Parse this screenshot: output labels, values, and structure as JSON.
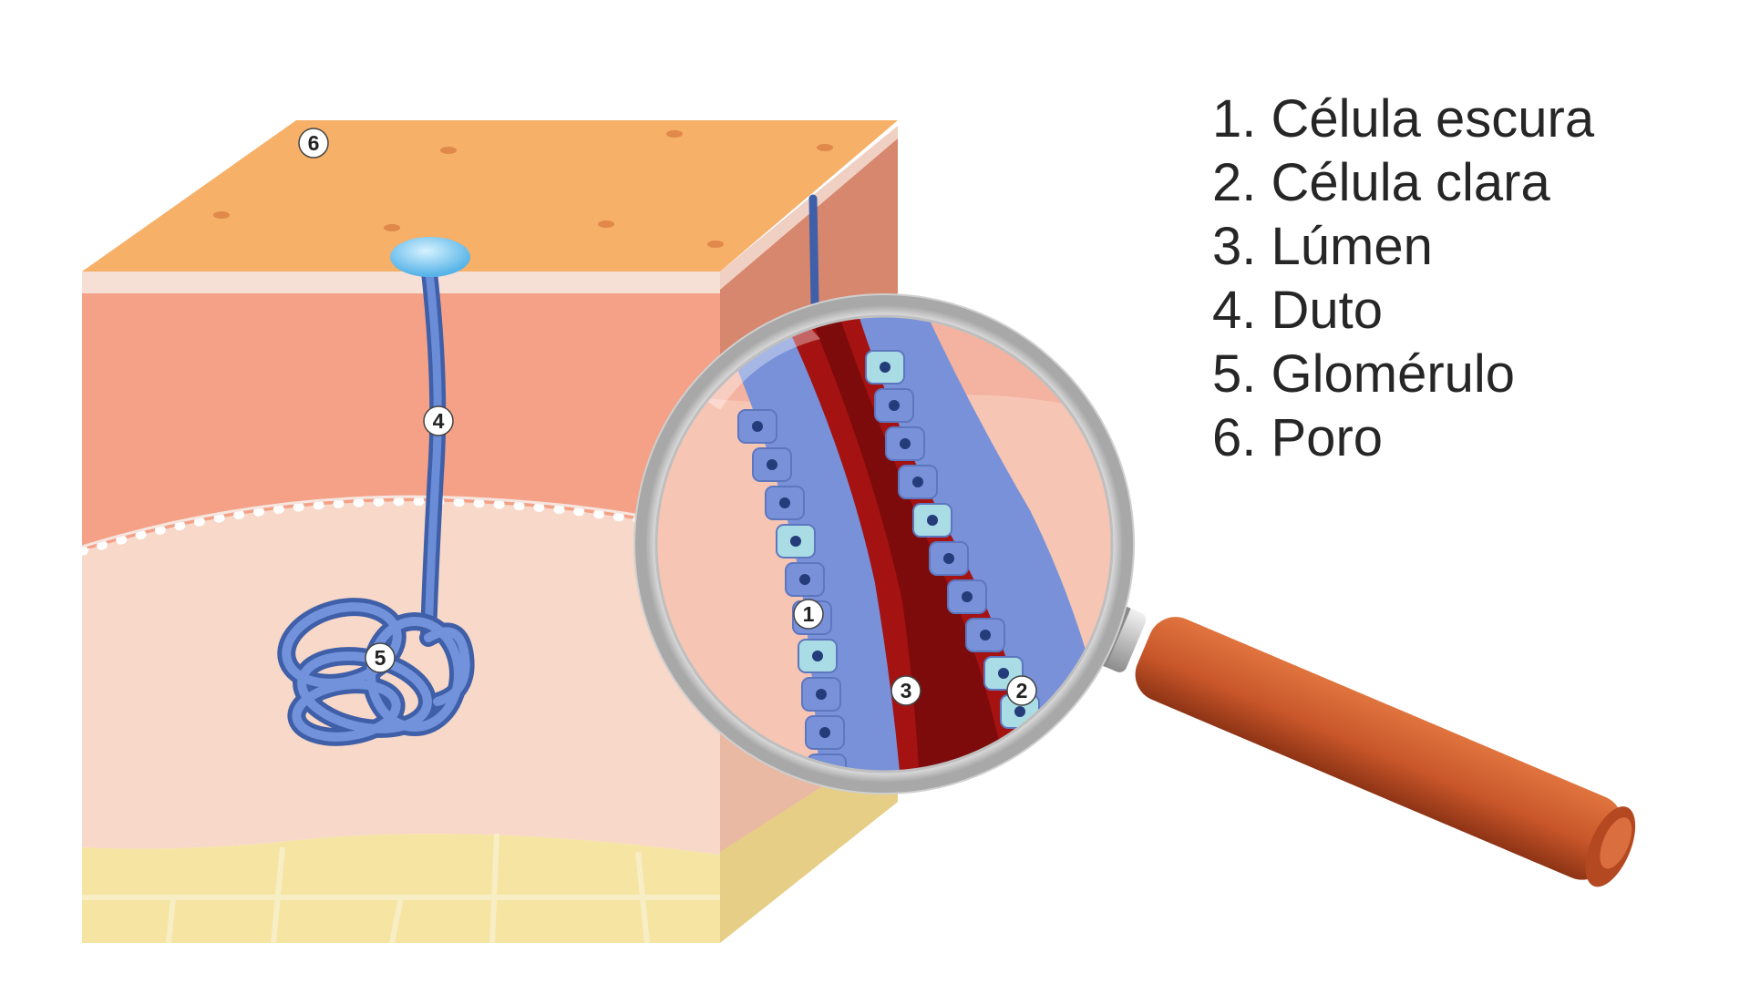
{
  "legend": [
    {
      "number": "1.",
      "label": "Célula escura"
    },
    {
      "number": "2.",
      "label": "Célula clara"
    },
    {
      "number": "3.",
      "label": "Lúmen"
    },
    {
      "number": "4.",
      "label": "Duto"
    },
    {
      "number": "5.",
      "label": "Glomérulo"
    },
    {
      "number": "6.",
      "label": "Poro"
    }
  ],
  "markers": {
    "dark_cell": "1",
    "clear_cell": "2",
    "lumen": "3",
    "duct": "4",
    "glomerulus": "5",
    "pore": "6"
  },
  "colors": {
    "epidermis_top": "#F6B068",
    "dermis": "#F4A187",
    "hypodermis": "#F8D8C8",
    "fat": "#F6E4A3",
    "duct": "#5A7DC8",
    "lumen": "#7D0B0B",
    "lumen_wall": "#A51212",
    "dark_cell": "#7891D8",
    "clear_cell": "#A9DCE4",
    "lens_rim": "#E8E8E8",
    "handle": "#C8562A"
  }
}
